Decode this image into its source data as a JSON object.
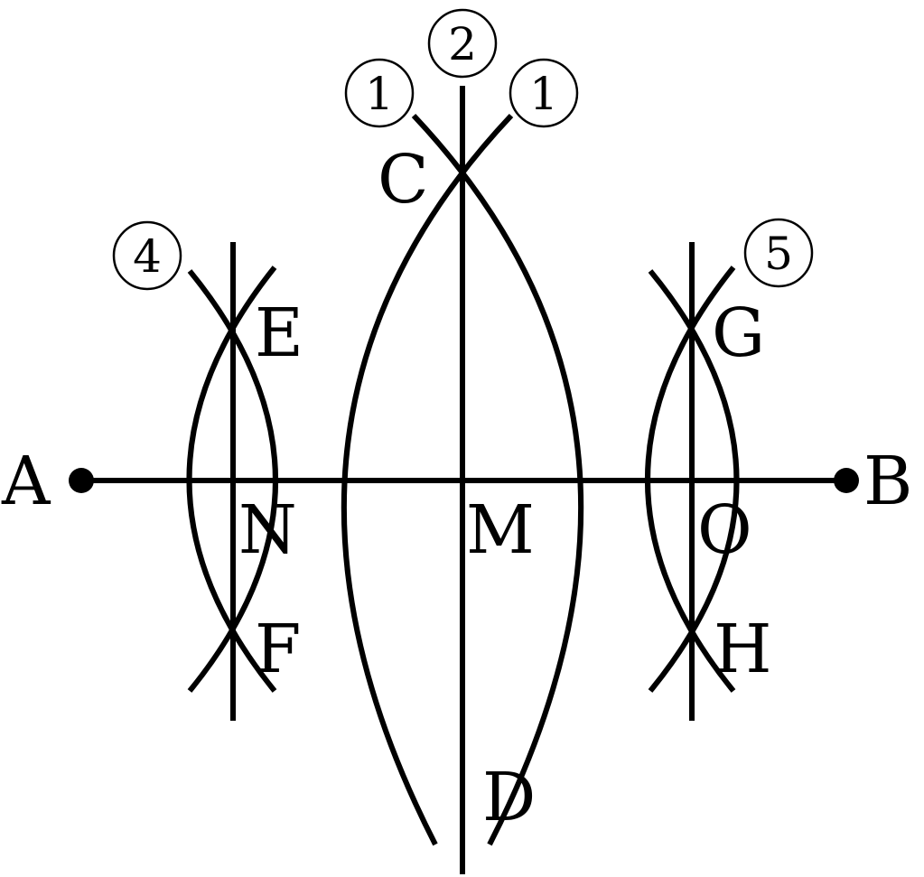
{
  "diagram": {
    "points": {
      "A": "A",
      "B": "B",
      "C": "C",
      "D": "D",
      "E": "E",
      "F": "F",
      "G": "G",
      "H": "H",
      "M": "M",
      "N": "N",
      "O": "O"
    },
    "steps": {
      "step_1_left": "1",
      "step_1_right": "1",
      "step_2": "2",
      "step_4": "4",
      "step_5": "5"
    }
  },
  "colors": {
    "stroke": "#000000",
    "background": "#ffffff"
  }
}
